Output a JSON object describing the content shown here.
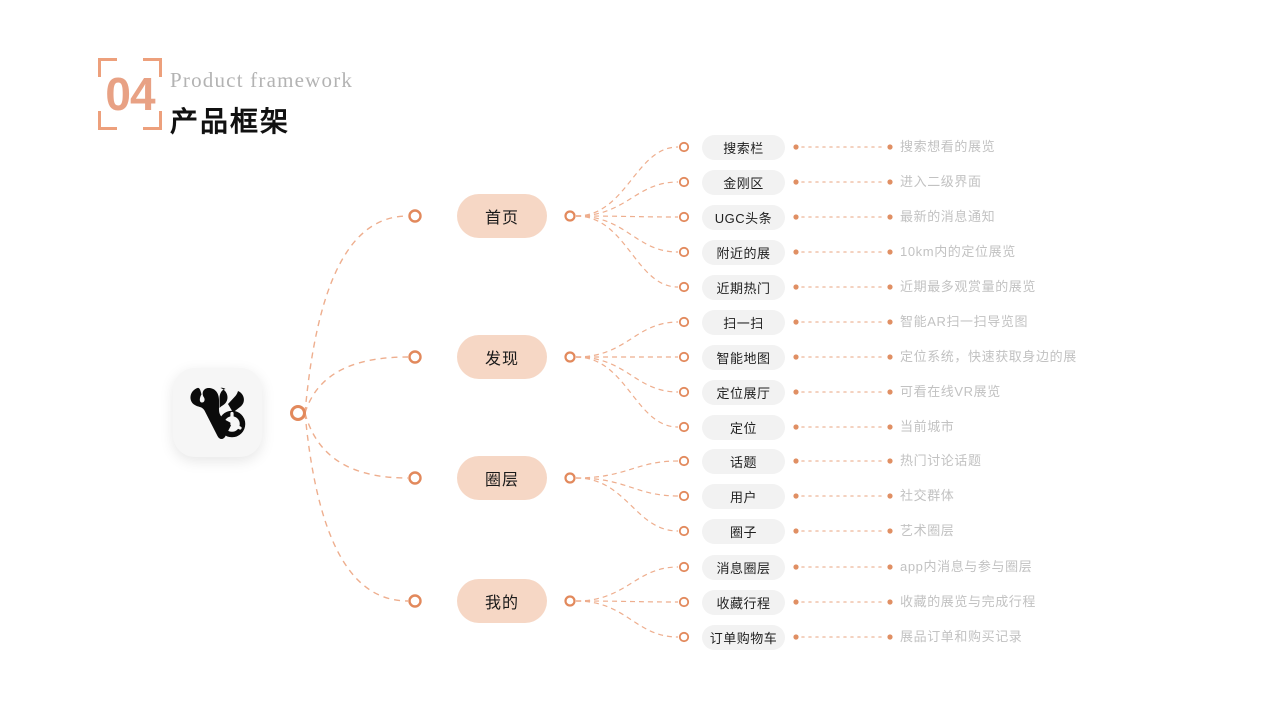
{
  "header": {
    "number": "04",
    "title_en": "Product framework",
    "title_cn": "产品框架"
  },
  "logo": {
    "name": "app-logo",
    "alt": "V logo"
  },
  "colors": {
    "accent": "#e8a184",
    "accent_line": "#eeae8e",
    "pill_level1_bg": "#f6d7c5",
    "pill_level2_bg": "#f2f2f2",
    "desc_text": "#c2c2c2",
    "title_cn": "#111111",
    "title_en": "#b3b3b3"
  },
  "branches": [
    {
      "label": "首页",
      "children": [
        {
          "label": "搜索栏",
          "desc": "搜索想看的展览"
        },
        {
          "label": "金刚区",
          "desc": "进入二级界面"
        },
        {
          "label": "UGC头条",
          "desc": "最新的消息通知"
        },
        {
          "label": "附近的展",
          "desc": "10km内的定位展览"
        },
        {
          "label": "近期热门",
          "desc": "近期最多观赏量的展览"
        }
      ]
    },
    {
      "label": "发现",
      "children": [
        {
          "label": "扫一扫",
          "desc": "智能AR扫一扫导览图"
        },
        {
          "label": "智能地图",
          "desc": "定位系统，快速获取身边的展"
        },
        {
          "label": "定位展厅",
          "desc": "可看在线VR展览"
        },
        {
          "label": "定位",
          "desc": "当前城市"
        }
      ]
    },
    {
      "label": "圈层",
      "children": [
        {
          "label": "话题",
          "desc": "热门讨论话题"
        },
        {
          "label": "用户",
          "desc": "社交群体"
        },
        {
          "label": "圈子",
          "desc": "艺术圈层"
        }
      ]
    },
    {
      "label": "我的",
      "children": [
        {
          "label": "消息圈层",
          "desc": "app内消息与参与圈层"
        },
        {
          "label": "收藏行程",
          "desc": "收藏的展览与完成行程"
        },
        {
          "label": "订单购物车",
          "desc": "展品订单和购买记录"
        }
      ]
    }
  ]
}
